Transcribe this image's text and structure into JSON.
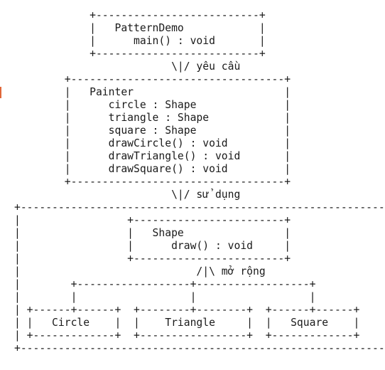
{
  "diagram": {
    "lines": [
      "            +--------------------------+",
      "            |   PatternDemo            |",
      "            |      main() : void       |",
      "            +--------------------------+",
      "                         \\|/ yêu cầu",
      "        +----------------------------------+",
      "        |   Painter                        |",
      "        |      circle : Shape              |",
      "        |      triangle : Shape            |",
      "        |      square : Shape              |",
      "        |      drawCircle() : void         |",
      "        |      drawTriangle() : void       |",
      "        |      drawSquare() : void         |",
      "        +----------------------------------+",
      "                         \\|/ sử dụng",
      "+------------------------------------------------------------+",
      "|                 +------------------------+                 |",
      "|                 |   Shape                |                 |",
      "|                 |      draw() : void     |                 |",
      "|                 +------------------------+                 |",
      "|                            /|\\ mở rộng                     |",
      "|        +------------------+------------------+             |",
      "|        |                  |                  |             |",
      "| +------+------+  +--------+--------+  +------+------+      |",
      "| |   Circle    |  |    Triangle     |  |   Square    |      |",
      "| +-------------+  +-----------------+  +-------------+      |",
      "+------------------------------------------------------------+"
    ]
  }
}
